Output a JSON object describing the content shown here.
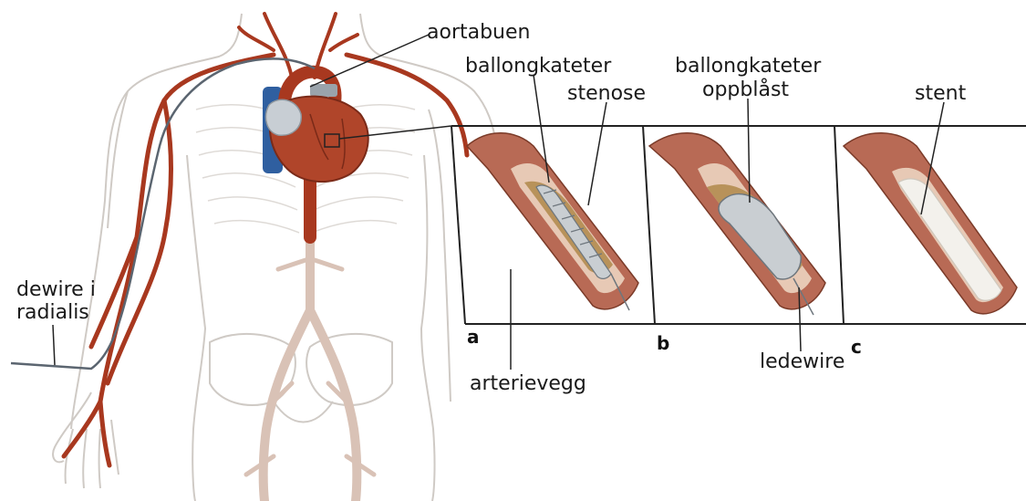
{
  "labels": {
    "aortic_arch": "aortabuen",
    "balloon_catheter": "ballongkateter",
    "stenosis": "stenose",
    "balloon_catheter_inflated_line1": "ballongkateter",
    "balloon_catheter_inflated_line2": "oppblåst",
    "stent": "stent",
    "guidewire_radial_line1": "dewire i",
    "guidewire_radial_line2": "radialis",
    "arterial_wall": "arterievegg",
    "guidewire": "ledewire"
  },
  "panels": {
    "a": "a",
    "b": "b",
    "c": "c"
  },
  "colors": {
    "artery": "#a8381f",
    "artery_light": "#c98a6e",
    "heart": "#b0452a",
    "vein_blue": "#2f5fa0",
    "vessel_outer": "#b86a55",
    "vessel_inner": "#e7c9b5",
    "plaque": "#b8925a",
    "balloon": "#c9ced2",
    "outline": "#c8c3be"
  }
}
